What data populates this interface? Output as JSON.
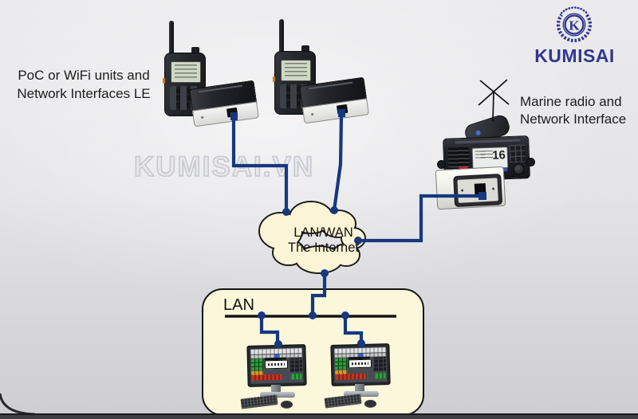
{
  "watermark": {
    "text": "KUMISAI.VN"
  },
  "logo": {
    "brand": "KUMISAI",
    "monogram": "K",
    "color": "#32368f"
  },
  "labels": {
    "poc": {
      "line1": "PoC or WiFi units and",
      "line2": "Network Interfaces LE"
    },
    "marine": {
      "line1": "Marine radio and",
      "line2": "Network Interface"
    }
  },
  "cloud": {
    "line1": "LAN/WAN",
    "line2": "The Internet",
    "fill": "#fbf4d6"
  },
  "lan": {
    "label": "LAN",
    "fill": "#fbf7da"
  },
  "marine_radio": {
    "channel": "16"
  },
  "colors": {
    "connector_line": "#17387e",
    "bus_line": "#141414",
    "cloud_outline": "#1a1a1a"
  },
  "devices": [
    "poc-handheld-radio-1",
    "network-interface-le-1",
    "poc-handheld-radio-2",
    "network-interface-le-2",
    "marine-radio",
    "marine-network-interface",
    "dispatch-computer-1",
    "dispatch-computer-2"
  ]
}
